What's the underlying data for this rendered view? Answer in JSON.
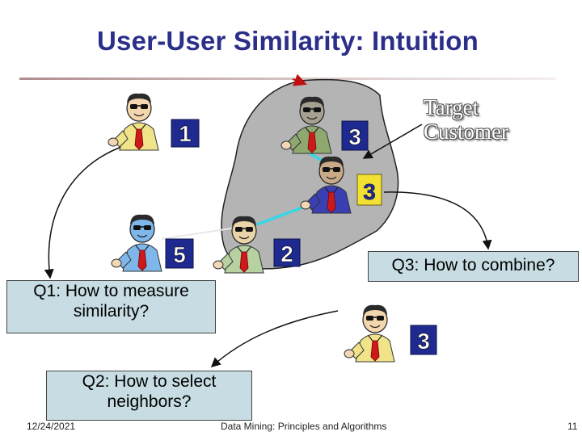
{
  "slide": {
    "title": "User-User Similarity: Intuition",
    "target_label_line1": "Target",
    "target_label_line2": "Customer",
    "q1": [
      "Q1: How to measure",
      "similarity?"
    ],
    "q2": [
      "Q2: How to select",
      "neighbors?"
    ],
    "q3": "Q3: How to combine?",
    "badges": [
      "1",
      "3",
      "3",
      "5",
      "2",
      "3"
    ]
  },
  "footer": {
    "date": "12/24/2021",
    "course": "Data Mining: Principles and Algorithms",
    "page": "11"
  },
  "colors": {
    "title": "#2b2f8a",
    "badge_fill": "#1e2a8f",
    "target_badge_fill": "#f2e033",
    "cluster_fill": "#b4b4b4",
    "link_line": "#36d7e6",
    "box_fill": "#c7dde3"
  }
}
